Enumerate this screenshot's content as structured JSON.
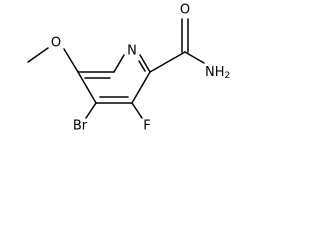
{
  "molecule": {
    "atoms": {
      "ring_nitrogen": "N",
      "carbonyl_oxygen": "O",
      "amide_group": {
        "main": "NH",
        "subscript": "2"
      },
      "methoxy_oxygen": "O",
      "bromine": "Br",
      "fluorine": "F"
    }
  }
}
